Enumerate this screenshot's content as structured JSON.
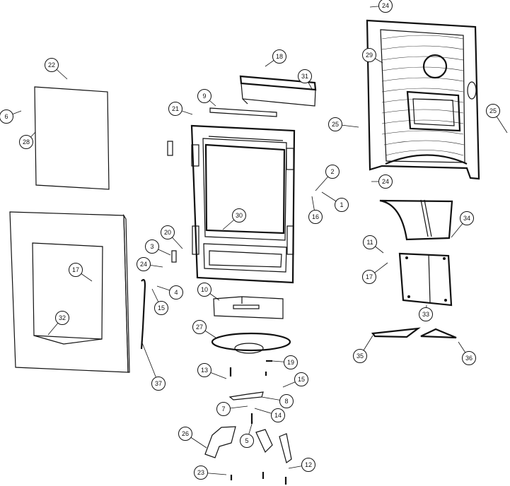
{
  "diagram": {
    "title": "",
    "callouts": [
      "24",
      "29",
      "22",
      "18",
      "31",
      "9",
      "6",
      "21",
      "25",
      "25",
      "28",
      "2",
      "24",
      "1",
      "16",
      "30",
      "34",
      "20",
      "3",
      "11",
      "24",
      "17",
      "4",
      "15",
      "17",
      "10",
      "33",
      "32",
      "27",
      "35",
      "36",
      "19",
      "13",
      "15",
      "37",
      "8",
      "7",
      "14",
      "5",
      "26",
      "12",
      "23"
    ]
  }
}
